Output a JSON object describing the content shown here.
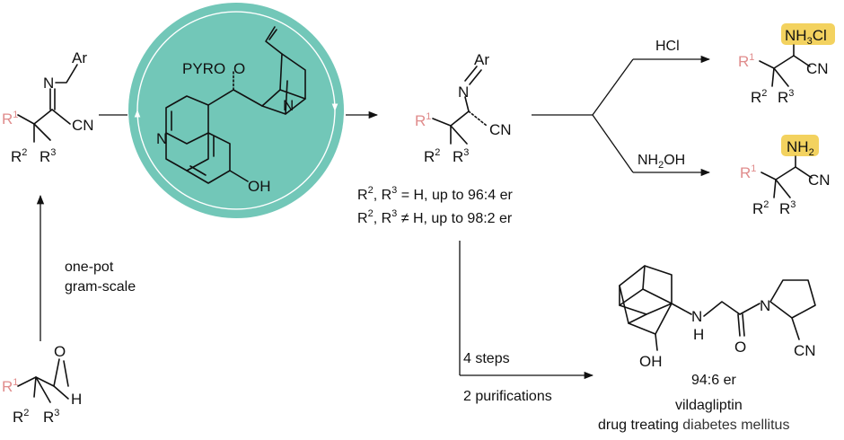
{
  "colors": {
    "catalyst_disc": "#72c7b8",
    "catalyst_ring": "#ffffff",
    "substituent_pink": "#e08c8c",
    "highlight_yellow": "#f3d25f",
    "ink": "#111111"
  },
  "catalyst": {
    "protecting_group": "PYRO",
    "n_ring": "N",
    "n_bridge": "N",
    "hydroxyl": "OH"
  },
  "substrate_imine": {
    "aryl": "Ar",
    "n": "N",
    "nitrile": "CN",
    "r1": "R",
    "r1_sup": "1",
    "r2": "R",
    "r2_sup": "2",
    "r3": "R",
    "r3_sup": "3"
  },
  "aldehyde": {
    "oxygen": "O",
    "hydrogen": "H",
    "r1": "R",
    "r1_sup": "1",
    "r2": "R",
    "r2_sup": "2",
    "r3": "R",
    "r3_sup": "3"
  },
  "conditions": {
    "one_pot": "one-pot",
    "gram_scale": "gram-scale"
  },
  "product_imine": {
    "aryl": "Ar",
    "n": "N",
    "nitrile": "CN",
    "r1": "R",
    "r1_sup": "1",
    "r2": "R",
    "r2_sup": "2",
    "r3": "R",
    "r3_sup": "3"
  },
  "selectivity": {
    "line1_r2": "R",
    "line1_r2_sup": "2",
    "line1_r3": ", R",
    "line1_r3_sup": "3",
    "line1_tail": " = H, up to 96:4 er",
    "line2_r2": "R",
    "line2_r2_sup": "2",
    "line2_r3": ", R",
    "line2_r3_sup": "3",
    "line2_tail": " ≠ H, up to 98:2 er"
  },
  "hcl_branch": {
    "reagent": "HCl",
    "salt_nh": "NH",
    "salt_sub": "3",
    "salt_cl": "Cl",
    "nitrile": "CN",
    "r1": "R",
    "r1_sup": "1",
    "r2": "R",
    "r2_sup": "2",
    "r3": "R",
    "r3_sup": "3"
  },
  "hydroxylamine_branch": {
    "reagent_nh": "NH",
    "reagent_sub": "2",
    "reagent_oh": "OH",
    "amine_nh": "NH",
    "amine_sub": "2",
    "nitrile": "CN",
    "r1": "R",
    "r1_sup": "1",
    "r2": "R",
    "r2_sup": "2",
    "r3": "R",
    "r3_sup": "3"
  },
  "synthesis": {
    "steps": "4 steps",
    "purifications": "2 purifications"
  },
  "vildagliptin": {
    "oh": "OH",
    "nh_n": "N",
    "nh_h": "H",
    "carbonyl_o": "O",
    "ring_n": "N",
    "nitrile": "CN",
    "er": "94:6 er",
    "name": "vildagliptin",
    "caption_prefix": "drug treating ",
    "caption_highlight": "diabetes mellitus"
  }
}
